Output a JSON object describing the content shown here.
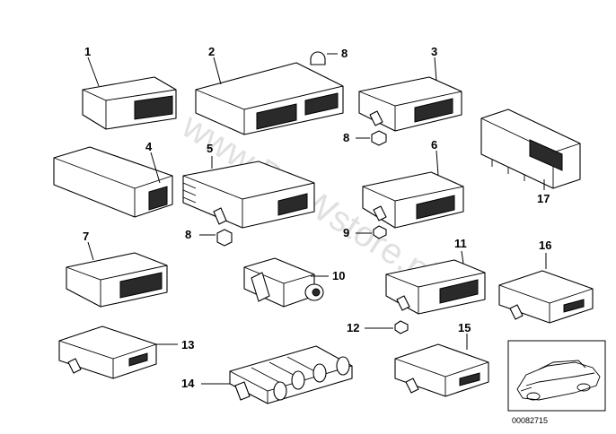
{
  "callouts": {
    "n1": "1",
    "n2": "2",
    "n3": "3",
    "n4": "4",
    "n5": "5",
    "n6": "6",
    "n7": "7",
    "n8a": "8",
    "n8b": "8",
    "n8c": "8",
    "n9": "9",
    "n10": "10",
    "n11": "11",
    "n12": "12",
    "n13": "13",
    "n14": "14",
    "n15": "15",
    "n16": "16",
    "n17": "17"
  },
  "watermark": "www.BMWstore.pl",
  "diagram_code": "00082715"
}
